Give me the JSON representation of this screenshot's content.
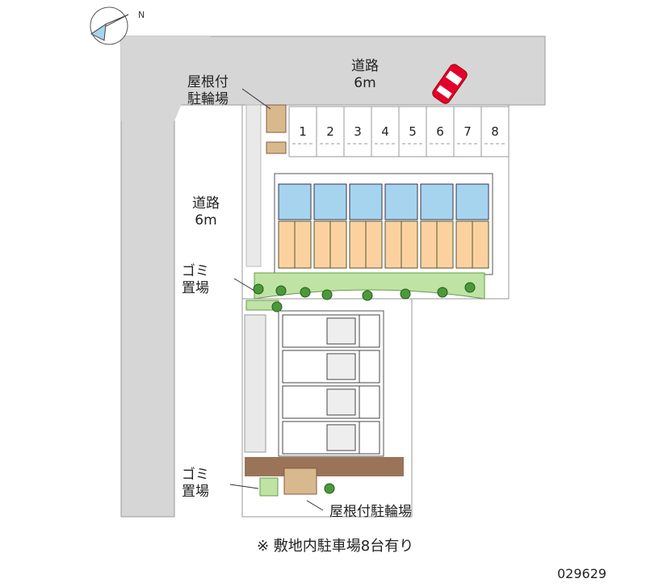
{
  "compass": {
    "label": "N"
  },
  "roads": {
    "top": {
      "name": "道路",
      "width": "6m"
    },
    "left": {
      "name": "道路",
      "width": "6m"
    }
  },
  "labels": {
    "bike_top": [
      "屋根付",
      "駐輪場"
    ],
    "garbage_1": [
      "ゴミ",
      "置場"
    ],
    "garbage_2": [
      "ゴミ",
      "置場"
    ],
    "bike_bottom": "屋根付駐輪場"
  },
  "parking_slots": [
    "1",
    "2",
    "3",
    "4",
    "5",
    "6",
    "7",
    "8"
  ],
  "note": "※ 敷地内駐車場8台有り",
  "code": "029629",
  "colors": {
    "road": "#d6d6d6",
    "unit_blue": "#a6d4ef",
    "unit_orange": "#fbd29f",
    "garden": "#bfe3a4",
    "car": "#e3002b",
    "bike_area": "#d8b98e",
    "path_brown": "#8a5a3c"
  }
}
